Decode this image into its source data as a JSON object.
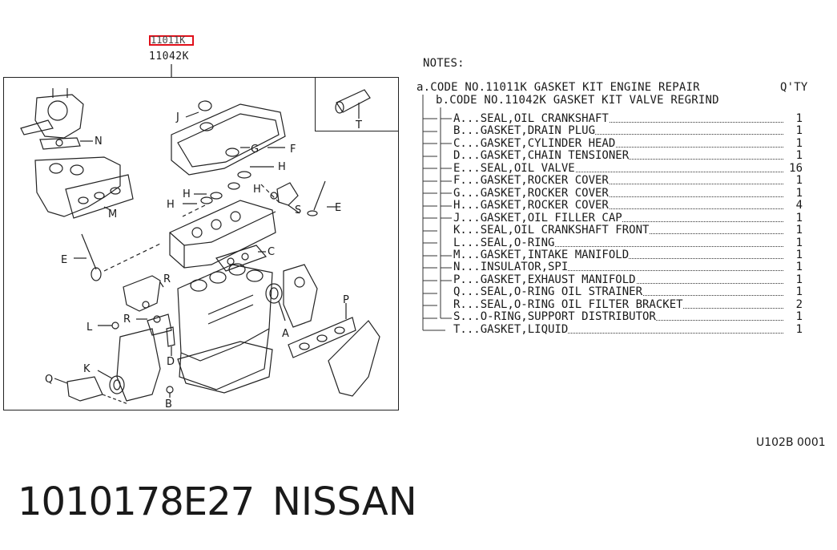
{
  "callouts": {
    "top_primary": "11011K",
    "top_secondary": "11042K"
  },
  "diagram_labels": {
    "J": "J",
    "F": "F",
    "G": "G",
    "H": "H",
    "N": "N",
    "M": "M",
    "E": "E",
    "S": "S",
    "C": "C",
    "R": "R",
    "P": "P",
    "L": "L",
    "A": "A",
    "D": "D",
    "K": "K",
    "Q": "Q",
    "B": "B",
    "T": "T"
  },
  "notes": {
    "title": "NOTES:",
    "code_a": "a.CODE NO.11011K GASKET KIT ENGINE REPAIR",
    "code_b": "b.CODE NO.11042K GASKET KIT VALVE REGRIND",
    "qty_header": "Q'TY",
    "items": [
      {
        "label": "A...SEAL,OIL CRANKSHAFT",
        "qty": "1"
      },
      {
        "label": "B...GASKET,DRAIN PLUG",
        "qty": "1"
      },
      {
        "label": "C...GASKET,CYLINDER HEAD",
        "qty": "1"
      },
      {
        "label": "D...GASKET,CHAIN TENSIONER",
        "qty": "1"
      },
      {
        "label": "E...SEAL,OIL VALVE",
        "qty": "16"
      },
      {
        "label": "F...GASKET,ROCKER COVER",
        "qty": "1"
      },
      {
        "label": "G...GASKET,ROCKER COVER",
        "qty": "1"
      },
      {
        "label": "H...GASKET,ROCKER COVER",
        "qty": "4"
      },
      {
        "label": "J...GASKET,OIL FILLER CAP",
        "qty": "1"
      },
      {
        "label": "K...SEAL,OIL CRANKSHAFT FRONT",
        "qty": "1"
      },
      {
        "label": "L...SEAL,O-RING",
        "qty": "1"
      },
      {
        "label": "M...GASKET,INTAKE MANIFOLD",
        "qty": "1"
      },
      {
        "label": "N...INSULATOR,SPI",
        "qty": "1"
      },
      {
        "label": "P...GASKET,EXHAUST MANIFOLD",
        "qty": "1"
      },
      {
        "label": "Q...SEAL,O-RING OIL STRAINER",
        "qty": "1"
      },
      {
        "label": "R...SEAL,O-RING OIL FILTER BRACKET",
        "qty": "2"
      },
      {
        "label": "S...O-RING,SUPPORT DISTRIBUTOR",
        "qty": "1"
      },
      {
        "label": "T...GASKET,LIQUID",
        "qty": "1"
      }
    ]
  },
  "reference_code": "U102B 0001",
  "part_number": "1010178E27",
  "brand": "NISSAN",
  "colors": {
    "highlight": "#e0101a",
    "ink": "#1a1a1a"
  }
}
